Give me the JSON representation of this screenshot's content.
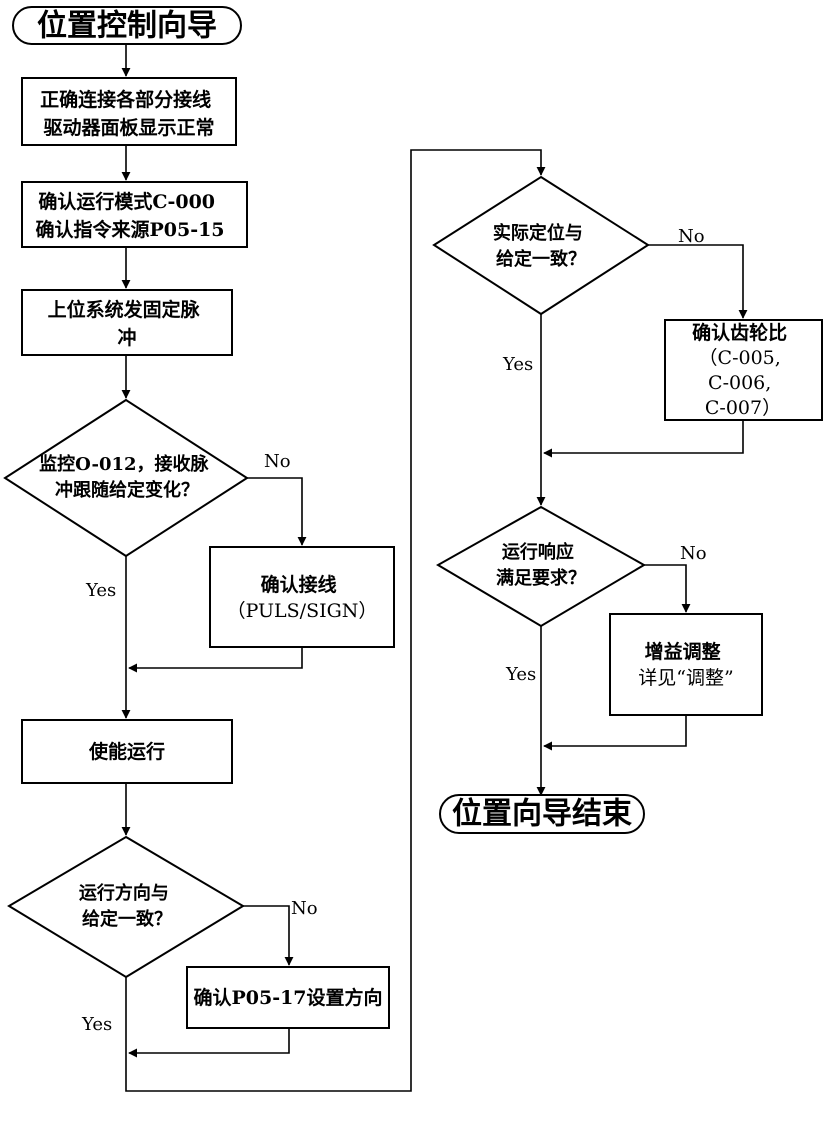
{
  "start": {
    "label": "位置控制向导"
  },
  "end": {
    "label": "位置向导结束"
  },
  "steps": {
    "wiring": [
      "正确连接各部分接线",
      "驱动器面板显示正常"
    ],
    "mode": [
      "确认运行模式C-000",
      "确认指令来源P05-15"
    ],
    "pulse": [
      "上位系统发固定脉",
      "冲"
    ],
    "enable": [
      "使能运行"
    ],
    "check_wiring": [
      "确认接线",
      "（PULS/SIGN）"
    ],
    "set_direction": [
      "确认P05-17设置方向"
    ],
    "gear_ratio": [
      "确认齿轮比",
      "（C-005,",
      "C-006,",
      "C-007）"
    ],
    "gain": [
      "增益调整",
      "详见“调整”"
    ]
  },
  "decisions": {
    "monitor": [
      "监控O-012，接收脉",
      "冲跟随给定变化？"
    ],
    "direction": [
      "运行方向与",
      "给定一致？"
    ],
    "position": [
      "实际定位与",
      "给定一致？"
    ],
    "response": [
      "运行响应",
      "满足要求？"
    ]
  },
  "branch_labels": {
    "yes": "Yes",
    "no": "No"
  }
}
